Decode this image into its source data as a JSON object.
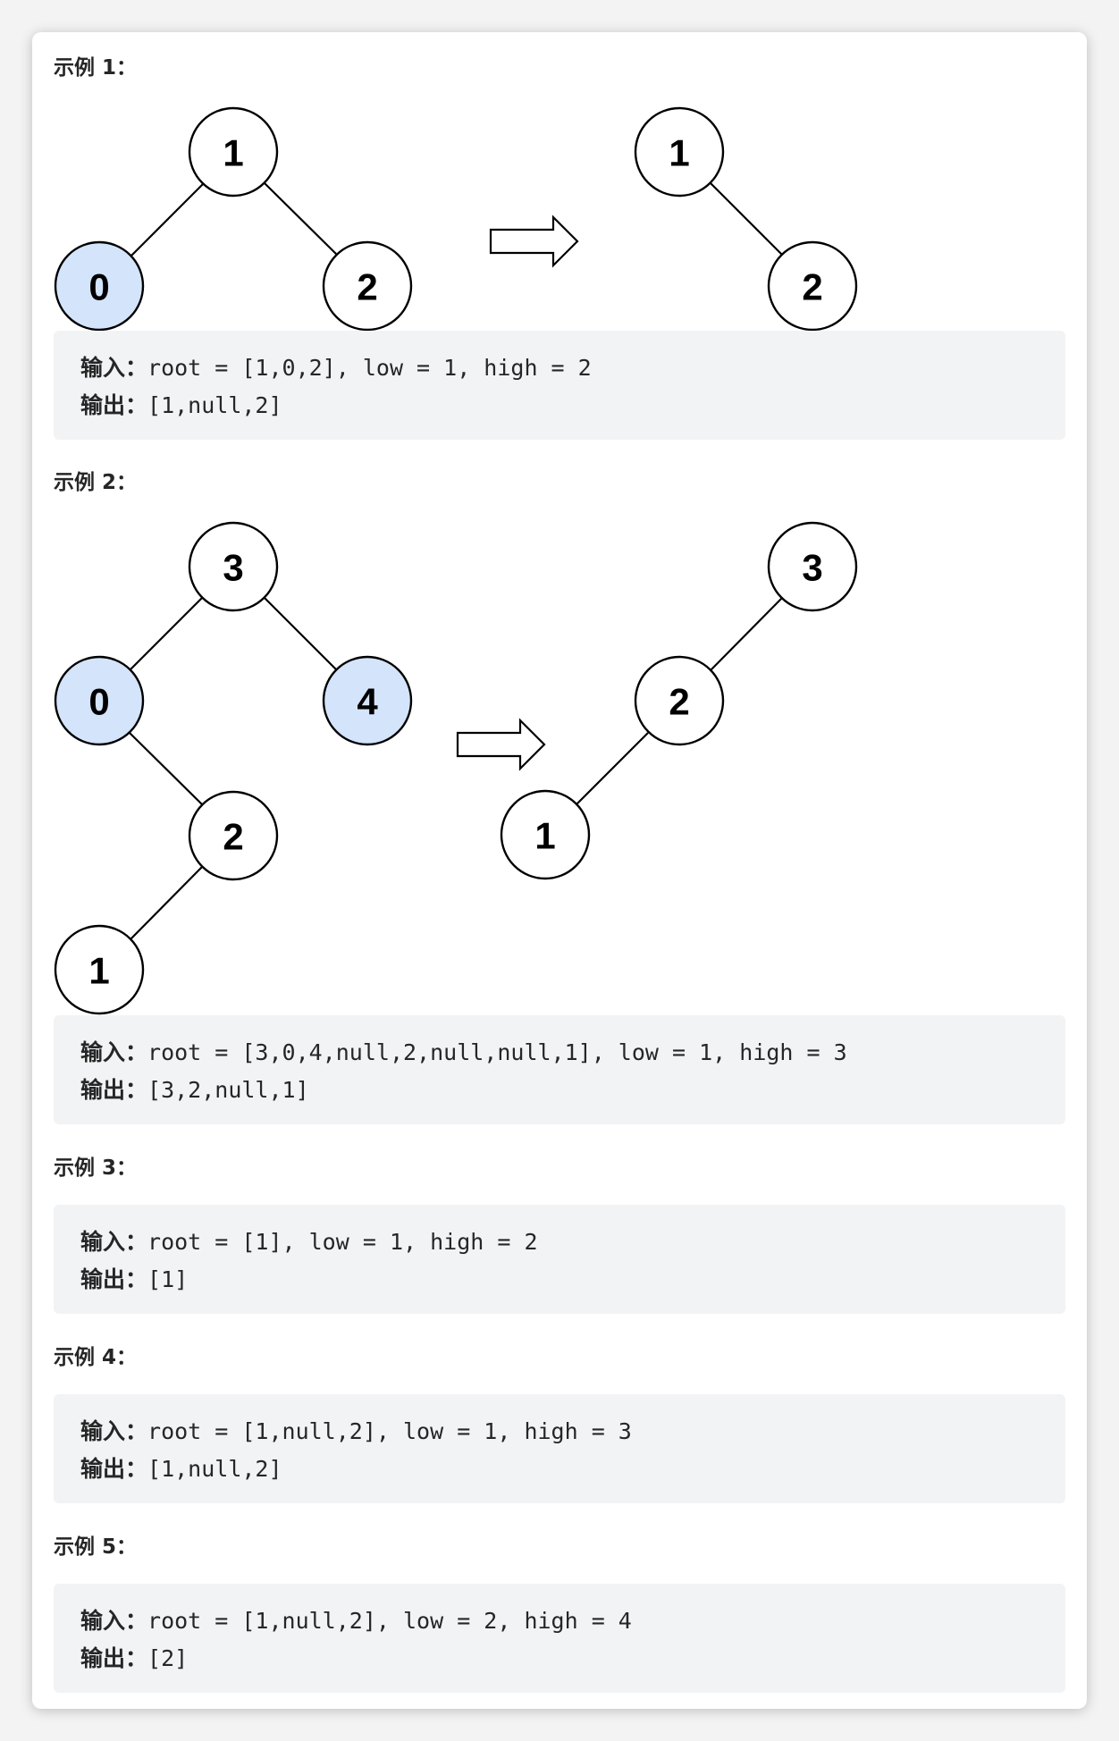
{
  "colors": {
    "highlight_fill": "#d4e4fb",
    "highlight_stroke": "#7f9fd2",
    "node_fill": "#ffffff"
  },
  "examples": [
    {
      "heading": "示例 1：",
      "input_label": "输入：",
      "input": "root = [1,0,2], low = 1, high = 2",
      "output_label": "输出：",
      "output": "[1,null,2]",
      "before_tree": [
        {
          "id": "a",
          "value": "1",
          "highlight": false
        },
        {
          "id": "b",
          "value": "0",
          "highlight": true
        },
        {
          "id": "c",
          "value": "2",
          "highlight": false
        }
      ],
      "after_tree": [
        {
          "id": "d",
          "value": "1",
          "highlight": false
        },
        {
          "id": "e",
          "value": "2",
          "highlight": false
        }
      ]
    },
    {
      "heading": "示例 2：",
      "input_label": "输入：",
      "input": "root = [3,0,4,null,2,null,null,1], low = 1, high = 3",
      "output_label": "输出：",
      "output": "[3,2,null,1]",
      "before_tree": [
        {
          "id": "f",
          "value": "3",
          "highlight": false
        },
        {
          "id": "g",
          "value": "0",
          "highlight": true
        },
        {
          "id": "h",
          "value": "4",
          "highlight": true
        },
        {
          "id": "i",
          "value": "2",
          "highlight": false
        },
        {
          "id": "j",
          "value": "1",
          "highlight": false
        }
      ],
      "after_tree": [
        {
          "id": "k",
          "value": "3",
          "highlight": false
        },
        {
          "id": "l",
          "value": "2",
          "highlight": false
        },
        {
          "id": "m",
          "value": "1",
          "highlight": false
        }
      ]
    },
    {
      "heading": "示例 3：",
      "input_label": "输入：",
      "input": "root = [1], low = 1, high = 2",
      "output_label": "输出：",
      "output": "[1]"
    },
    {
      "heading": "示例 4：",
      "input_label": "输入：",
      "input": "root = [1,null,2], low = 1, high = 3",
      "output_label": "输出：",
      "output": "[1,null,2]"
    },
    {
      "heading": "示例 5：",
      "input_label": "输入：",
      "input": "root = [1,null,2], low = 2, high = 4",
      "output_label": "输出：",
      "output": "[2]"
    }
  ]
}
